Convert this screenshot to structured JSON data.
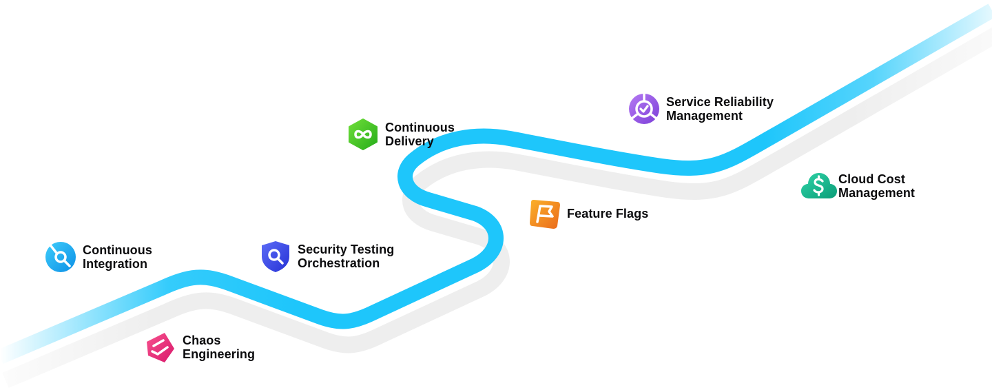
{
  "colors": {
    "road": "#1ec6fb",
    "road_shadow": "#eeeeee",
    "text": "#0b0b0d"
  },
  "modules": [
    {
      "id": "ci",
      "label": "Continuous\nIntegration",
      "icon": "continuous-integration-icon",
      "color": "#19a8ef"
    },
    {
      "id": "ce",
      "label": "Chaos\nEngineering",
      "icon": "chaos-engineering-icon",
      "color": "#ec2f7e"
    },
    {
      "id": "sto",
      "label": "Security Testing\nOrchestration",
      "icon": "security-testing-orchestration-icon",
      "color": "#3a48e6"
    },
    {
      "id": "cd",
      "label": "Continuous\nDelivery",
      "icon": "continuous-delivery-icon",
      "color": "#3ec41f"
    },
    {
      "id": "ff",
      "label": "Feature Flags",
      "icon": "feature-flags-icon",
      "color": "#f08a1c"
    },
    {
      "id": "srm",
      "label": "Service Reliability\nManagement",
      "icon": "service-reliability-management-icon",
      "color": "#9b59e6"
    },
    {
      "id": "ccm",
      "label": "Cloud Cost\nManagement",
      "icon": "cloud-cost-management-icon",
      "color": "#14b78e"
    }
  ]
}
